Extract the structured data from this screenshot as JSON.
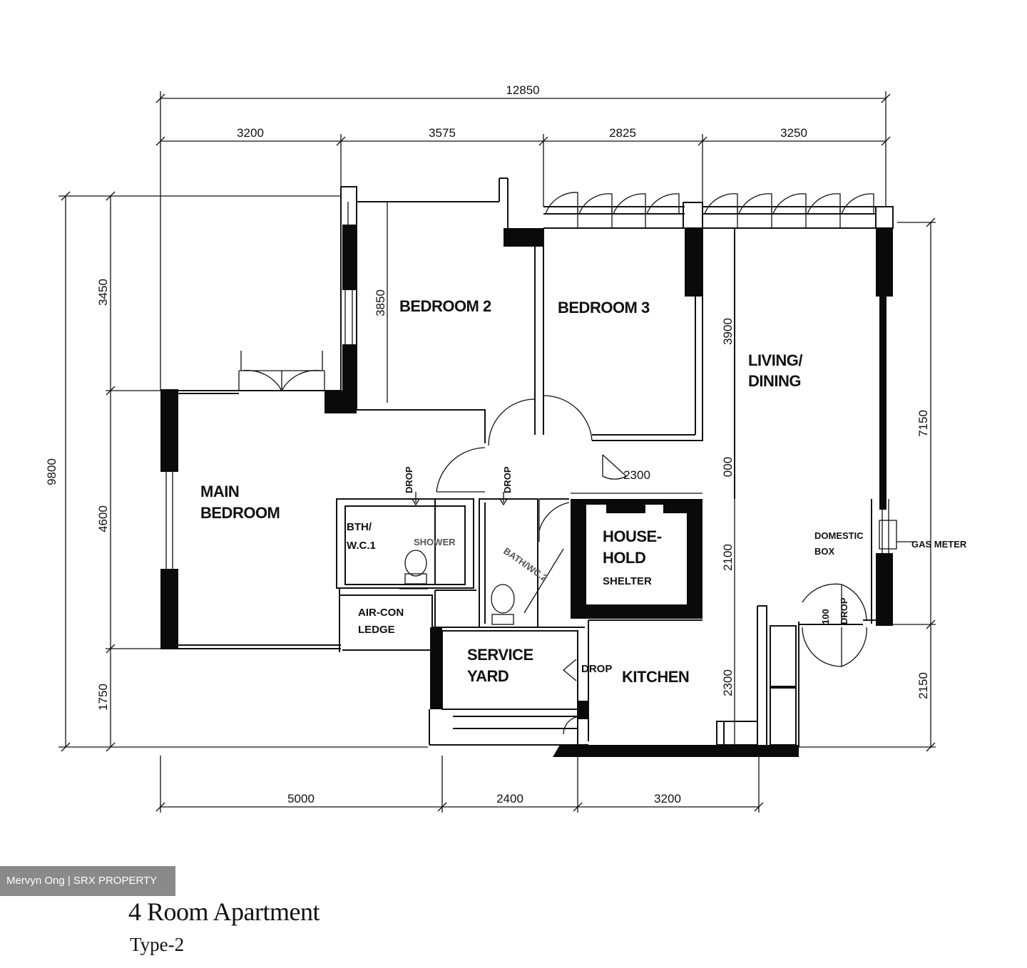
{
  "dimensions": {
    "top_total": "12850",
    "top_segments": [
      "3200",
      "3575",
      "2825",
      "3250"
    ],
    "left_total": "9800",
    "left_segments": [
      "3450",
      "4600",
      "1750"
    ],
    "right_segments": [
      "7150",
      "2150"
    ],
    "bottom_segments": [
      "5000",
      "2400",
      "3200"
    ],
    "inner": {
      "bedroom2_depth": "3850",
      "living_depth": "3900",
      "living_gap": "000",
      "shelter_width": "2300",
      "shelter_depth": "2100",
      "kitchen_depth": "2300",
      "entrance_width": "100"
    }
  },
  "rooms": {
    "bedroom2": "BEDROOM 2",
    "bedroom3": "BEDROOM 3",
    "living_line1": "LIVING/",
    "living_line2": "DINING",
    "main_line1": "MAIN",
    "main_line2": "BEDROOM",
    "bath_line1": "BTH/",
    "bath_line2": "W.C.1",
    "shelter_line1": "HOUSE-",
    "shelter_line2": "HOLD",
    "shelter_line3": "SHELTER",
    "aircon_line1": "AIR-CON",
    "aircon_line2": "LEDGE",
    "service_line1": "SERVICE",
    "service_line2": "YARD",
    "kitchen": "KITCHEN",
    "entrance_line1": "DOMESTIC",
    "entrance_line2": "BOX"
  },
  "annotations": {
    "drop": "DROP",
    "drop_bath": "DROP",
    "drop_wc2": "DROP",
    "drop_entrance": "DROP",
    "shower": "SHOWER",
    "wc2": "BATH/WC.2",
    "gas": "GAS METER"
  },
  "watermark": "Mervyn Ong | SRX PROPERTY",
  "title": "4 Room Apartment",
  "subtitle": "Type-2"
}
